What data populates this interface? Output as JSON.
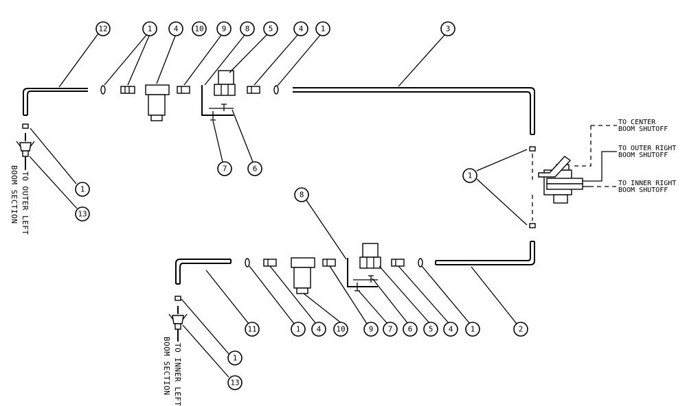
{
  "balloons": [
    {
      "id": "b12a",
      "text": "12"
    },
    {
      "id": "b1a",
      "text": "1"
    },
    {
      "id": "b4a",
      "text": "4"
    },
    {
      "id": "b10a",
      "text": "10"
    },
    {
      "id": "b9a",
      "text": "9"
    },
    {
      "id": "b8a",
      "text": "8"
    },
    {
      "id": "b5a",
      "text": "5"
    },
    {
      "id": "b4b",
      "text": "4"
    },
    {
      "id": "b1b",
      "text": "1"
    },
    {
      "id": "b3",
      "text": "3"
    },
    {
      "id": "b7a",
      "text": "7"
    },
    {
      "id": "b6a",
      "text": "6"
    },
    {
      "id": "b1c",
      "text": "1"
    },
    {
      "id": "b13a",
      "text": "13"
    },
    {
      "id": "b1d",
      "text": "1"
    },
    {
      "id": "b8b",
      "text": "8"
    },
    {
      "id": "b11",
      "text": "11"
    },
    {
      "id": "b1e",
      "text": "1"
    },
    {
      "id": "b4c",
      "text": "4"
    },
    {
      "id": "b10b",
      "text": "10"
    },
    {
      "id": "b9b",
      "text": "9"
    },
    {
      "id": "b7b",
      "text": "7"
    },
    {
      "id": "b6b",
      "text": "6"
    },
    {
      "id": "b5b",
      "text": "5"
    },
    {
      "id": "b4d",
      "text": "4"
    },
    {
      "id": "b1f",
      "text": "1"
    },
    {
      "id": "b2",
      "text": "2"
    },
    {
      "id": "b1g",
      "text": "1"
    },
    {
      "id": "b13b",
      "text": "13"
    }
  ],
  "notes": {
    "center_l1": "TO CENTER",
    "center_l2": "BOOM SHUTOFF",
    "outer_right_l1": "TO OUTER RIGHT",
    "outer_right_l2": "BOOM SHUTOFF",
    "inner_right_l1": "TO INNER RIGHT",
    "inner_right_l2": "BOOM SHUTOFF",
    "outer_left_l1": "TO OUTER LEFT",
    "outer_left_l2": "BOOM SECTION",
    "inner_left_l1": "TO INNER LEFT",
    "inner_left_l2": "BOOM SECTION"
  }
}
